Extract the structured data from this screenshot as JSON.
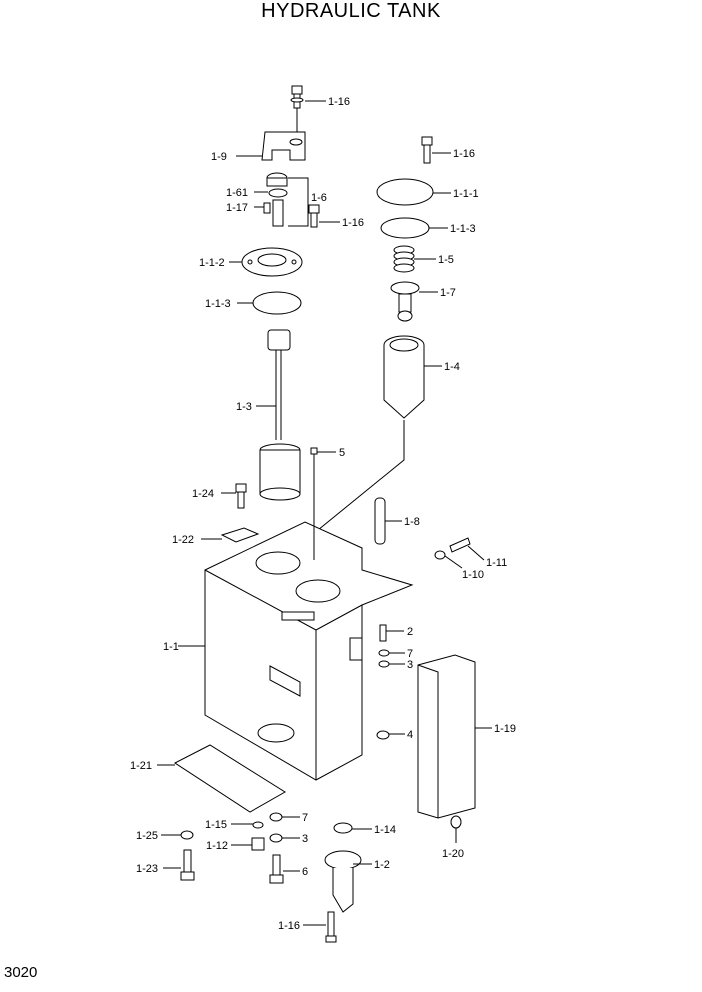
{
  "title": "HYDRAULIC TANK",
  "page_number": "3020",
  "labels": {
    "l_1_16_a": "1-16",
    "l_1_9": "1-9",
    "l_1_61": "1-61",
    "l_1_17": "1-17",
    "l_1_6": "1-6",
    "l_1_16_b": "1-16",
    "l_1_1_2": "1-1-2",
    "l_1_1_3_a": "1-1-3",
    "l_1_3": "1-3",
    "l_1_16_c": "1-16",
    "l_1_1_1": "1-1-1",
    "l_1_1_3_b": "1-1-3",
    "l_1_5": "1-5",
    "l_1_7": "1-7",
    "l_1_4": "1-4",
    "l_5": "5",
    "l_1_24": "1-24",
    "l_1_8": "1-8",
    "l_1_22": "1-22",
    "l_1_11": "1-11",
    "l_1_10": "1-10",
    "l_2": "2",
    "l_7_a": "7",
    "l_3_a": "3",
    "l_1_1": "1-1",
    "l_4": "4",
    "l_1_19": "1-19",
    "l_1_21": "1-21",
    "l_1_15": "1-15",
    "l_7_b": "7",
    "l_1_14": "1-14",
    "l_1_25": "1-25",
    "l_1_12": "1-12",
    "l_3_b": "3",
    "l_1_2": "1-2",
    "l_1_23": "1-23",
    "l_6": "6",
    "l_1_20": "1-20",
    "l_1_16_d": "1-16"
  }
}
